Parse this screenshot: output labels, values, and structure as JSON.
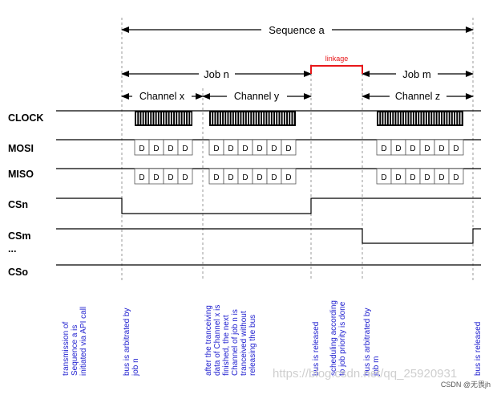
{
  "spans": {
    "sequence": "Sequence a",
    "job_n": "Job n",
    "linkage": "linkage",
    "job_m": "Job m",
    "channel_x": "Channel x",
    "channel_y": "Channel y",
    "channel_z": "Channel z"
  },
  "signals": [
    "CLOCK",
    "MOSI",
    "MISO",
    "CSn",
    "CSm",
    "...",
    "CSo"
  ],
  "data_cell_label": "D",
  "events": [
    [
      "transmission of",
      "Sequence a is",
      "initiated via API call"
    ],
    [
      "bus is arbitrated by",
      "job n"
    ],
    [
      "after the tranceiving",
      "data of Channel x is",
      "finished, the next",
      "Channel of job n is",
      "tranceived without",
      "releasing the bus"
    ],
    [
      "bus is released"
    ],
    [
      "scheduling according",
      "to job priority is done"
    ],
    [
      "bus is arbitrated by",
      "job m"
    ],
    [
      "bus is released"
    ]
  ],
  "watermark": "https://blog.csdn.net/qq_25920931",
  "credit": "CSDN @无畏jh",
  "colors": {
    "line": "#000000",
    "linkage": "#e8171a",
    "event_text": "#1f1fcf",
    "dash": "#9a9a9a",
    "cell_border": "#555555",
    "watermark": "#cfcfcf"
  }
}
